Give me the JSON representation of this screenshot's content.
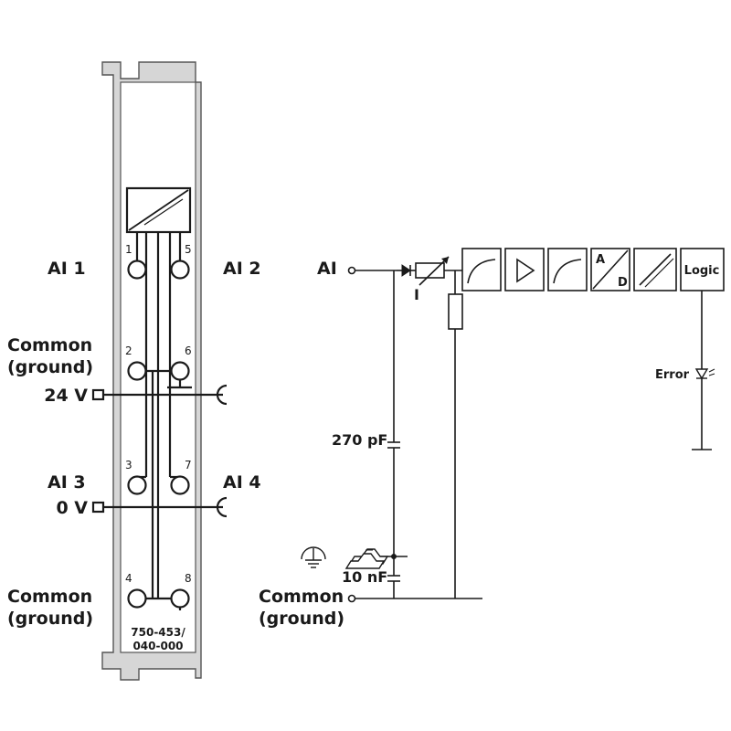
{
  "module": {
    "part_number_line1": "750-453/",
    "part_number_line2": "040-000",
    "pins": [
      "1",
      "2",
      "3",
      "4",
      "5",
      "6",
      "7",
      "8"
    ]
  },
  "left_labels": {
    "ai1": "AI 1",
    "ai2": "AI 2",
    "common_top_line1": "Common",
    "common_top_line2": "(ground)",
    "v24": "24 V",
    "ai3": "AI 3",
    "ai4": "AI 4",
    "v0": "0 V",
    "common_bottom_line1": "Common",
    "common_bottom_line2": "(ground)"
  },
  "circuit_labels": {
    "ai_input": "AI",
    "current_symbol": "I",
    "capacitor_270": "270 pF",
    "capacitor_10": "10 nF",
    "common_line1": "Common",
    "common_line2": "(ground)",
    "error": "Error",
    "adc_a": "A",
    "adc_d": "D",
    "logic": "Logic"
  },
  "colors": {
    "line": "#1a1a1a",
    "module_fill": "#d6d6d6",
    "background": "#ffffff"
  }
}
